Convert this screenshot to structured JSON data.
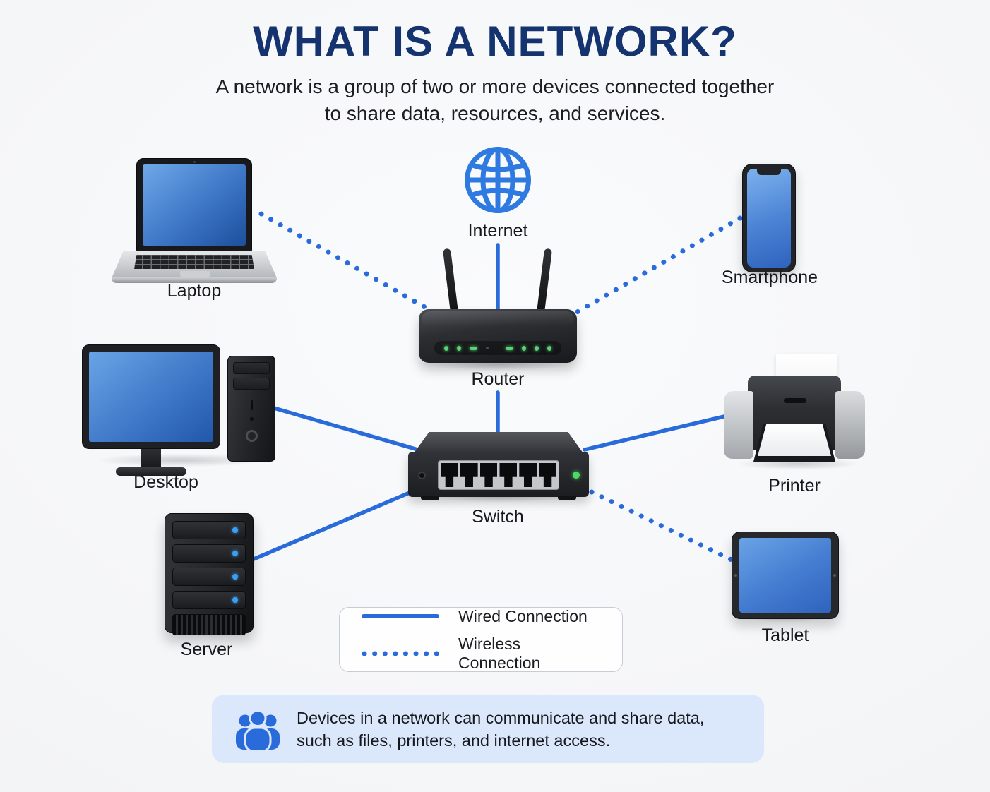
{
  "page": {
    "title": "WHAT IS A NETWORK?",
    "subtitle_line1": "A network is a group of two or more devices connected together",
    "subtitle_line2": "to share data, resources, and services."
  },
  "devices": {
    "laptop": {
      "label": "Laptop"
    },
    "internet": {
      "label": "Internet"
    },
    "smartphone": {
      "label": "Smartphone"
    },
    "router": {
      "label": "Router"
    },
    "desktop": {
      "label": "Desktop"
    },
    "printer": {
      "label": "Printer"
    },
    "switch": {
      "label": "Switch"
    },
    "server": {
      "label": "Server"
    },
    "tablet": {
      "label": "Tablet"
    }
  },
  "connections": [
    {
      "from": "Internet",
      "to": "Router",
      "type": "wired"
    },
    {
      "from": "Laptop",
      "to": "Router",
      "type": "wireless"
    },
    {
      "from": "Smartphone",
      "to": "Router",
      "type": "wireless"
    },
    {
      "from": "Router",
      "to": "Switch",
      "type": "wired"
    },
    {
      "from": "Desktop",
      "to": "Switch",
      "type": "wired"
    },
    {
      "from": "Server",
      "to": "Switch",
      "type": "wired"
    },
    {
      "from": "Switch",
      "to": "Printer",
      "type": "wired"
    },
    {
      "from": "Switch",
      "to": "Tablet",
      "type": "wireless"
    }
  ],
  "legend": {
    "wired_label": "Wired Connection",
    "wireless_label": "Wireless Connection"
  },
  "callout": {
    "line1": "Devices in a network can communicate and share data,",
    "line2": "such as files, printers, and internet access."
  },
  "colors": {
    "accent": "#2a6bdb",
    "globe": "#2f7ae0",
    "title": "#15336f",
    "callout_bg": "#dbe7fa",
    "led_green": "#57d473",
    "led_blue": "#3aa0f5"
  }
}
